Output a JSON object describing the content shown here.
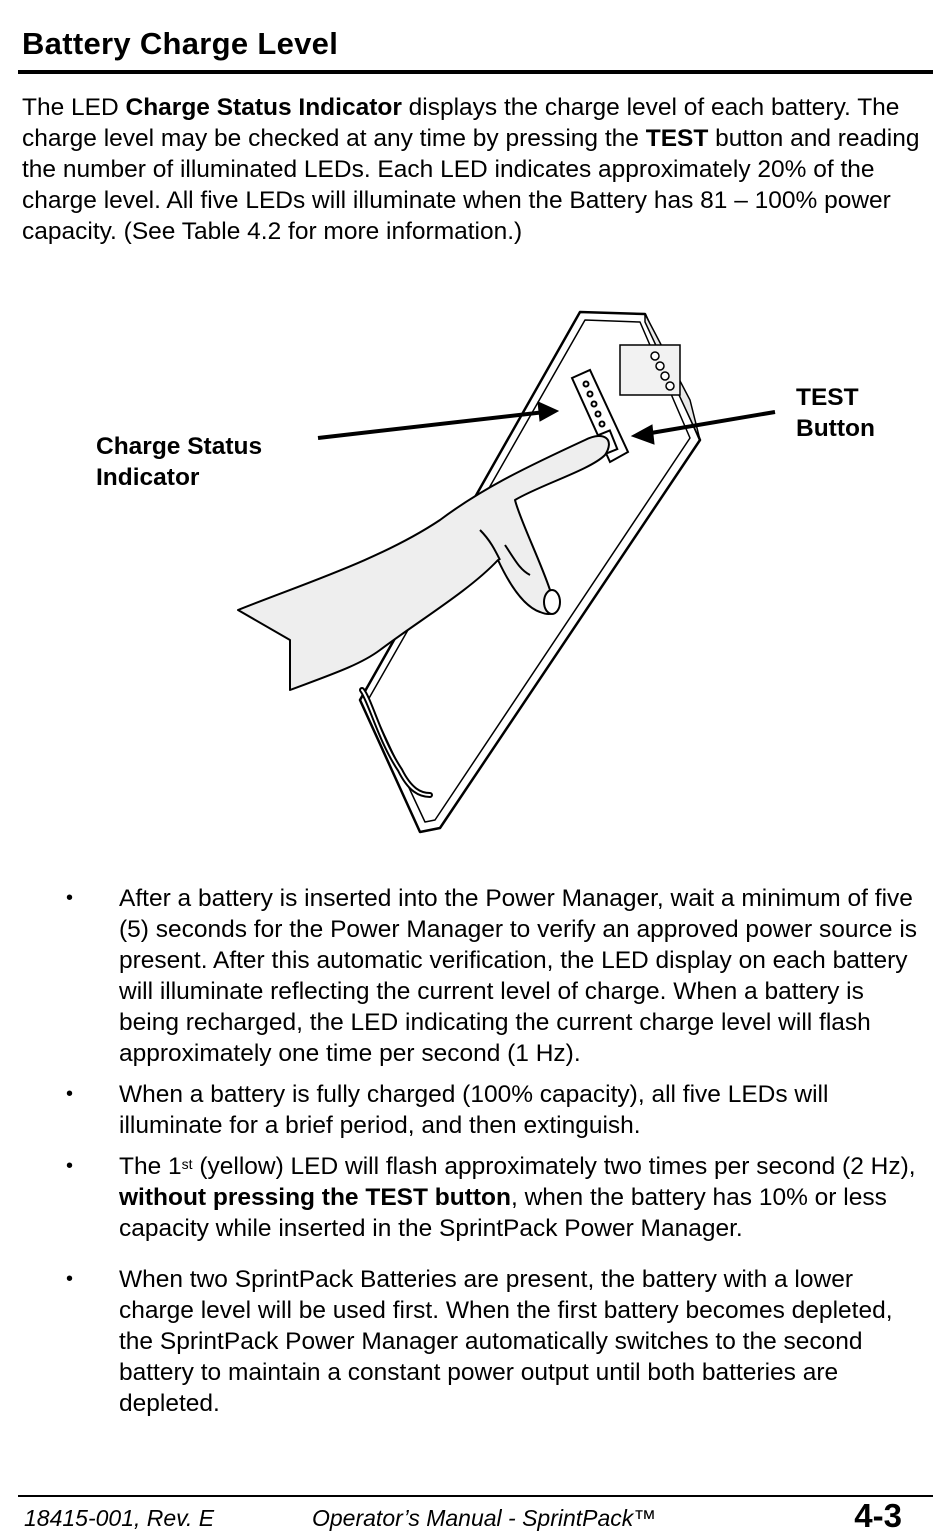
{
  "heading": "Battery Charge Level",
  "intro": {
    "p1": "The LED ",
    "b1": "Charge Status Indicator",
    "p2": " displays the charge level of each battery. The charge level may be checked at any time by pressing the ",
    "b2": "TEST",
    "p3": " button and reading the number of illuminated LEDs. Each LED indicates approximately 20% of the charge level. All five LEDs will illuminate when the Battery has 81 – 100% power capacity. (See Table 4.2 for more information.)"
  },
  "figure": {
    "callout_charge_line1": "Charge Status",
    "callout_charge_line2": "Indicator",
    "callout_test_line1": "TEST",
    "callout_test_line2": "Button"
  },
  "bullets": {
    "b1": "After a battery is inserted into the Power Manager, wait a minimum of five (5) seconds for the Power Manager to verify an approved power source is present. After this automatic verification, the LED display on each battery will illuminate reflecting the current level of charge. When a battery is being recharged, the LED indicating the current charge level will flash approximately one time per second (1 Hz).",
    "b2": "When a battery is fully charged (100% capacity), all five LEDs will illuminate for a brief period, and then extinguish.",
    "b3_a": "The 1",
    "b3_sup": "st",
    "b3_b": " (yellow) LED will flash approximately two times per second (2 Hz), ",
    "b3_bold": "without pressing the TEST button",
    "b3_c": ", when the battery has 10% or less capacity while inserted in the SprintPack Power Manager.",
    "b4": "When two SprintPack Batteries are present, the battery with a lower charge level will be used first. When the first battery becomes depleted, the SprintPack Power Manager automatically switches to the second battery to maintain a constant power output until both batteries are depleted.",
    "bullet_glyph": "•"
  },
  "footer": {
    "doc_number": "18415-001, Rev. E",
    "manual_title": "Operator’s Manual - SprintPack™",
    "page_number": "4-3"
  }
}
